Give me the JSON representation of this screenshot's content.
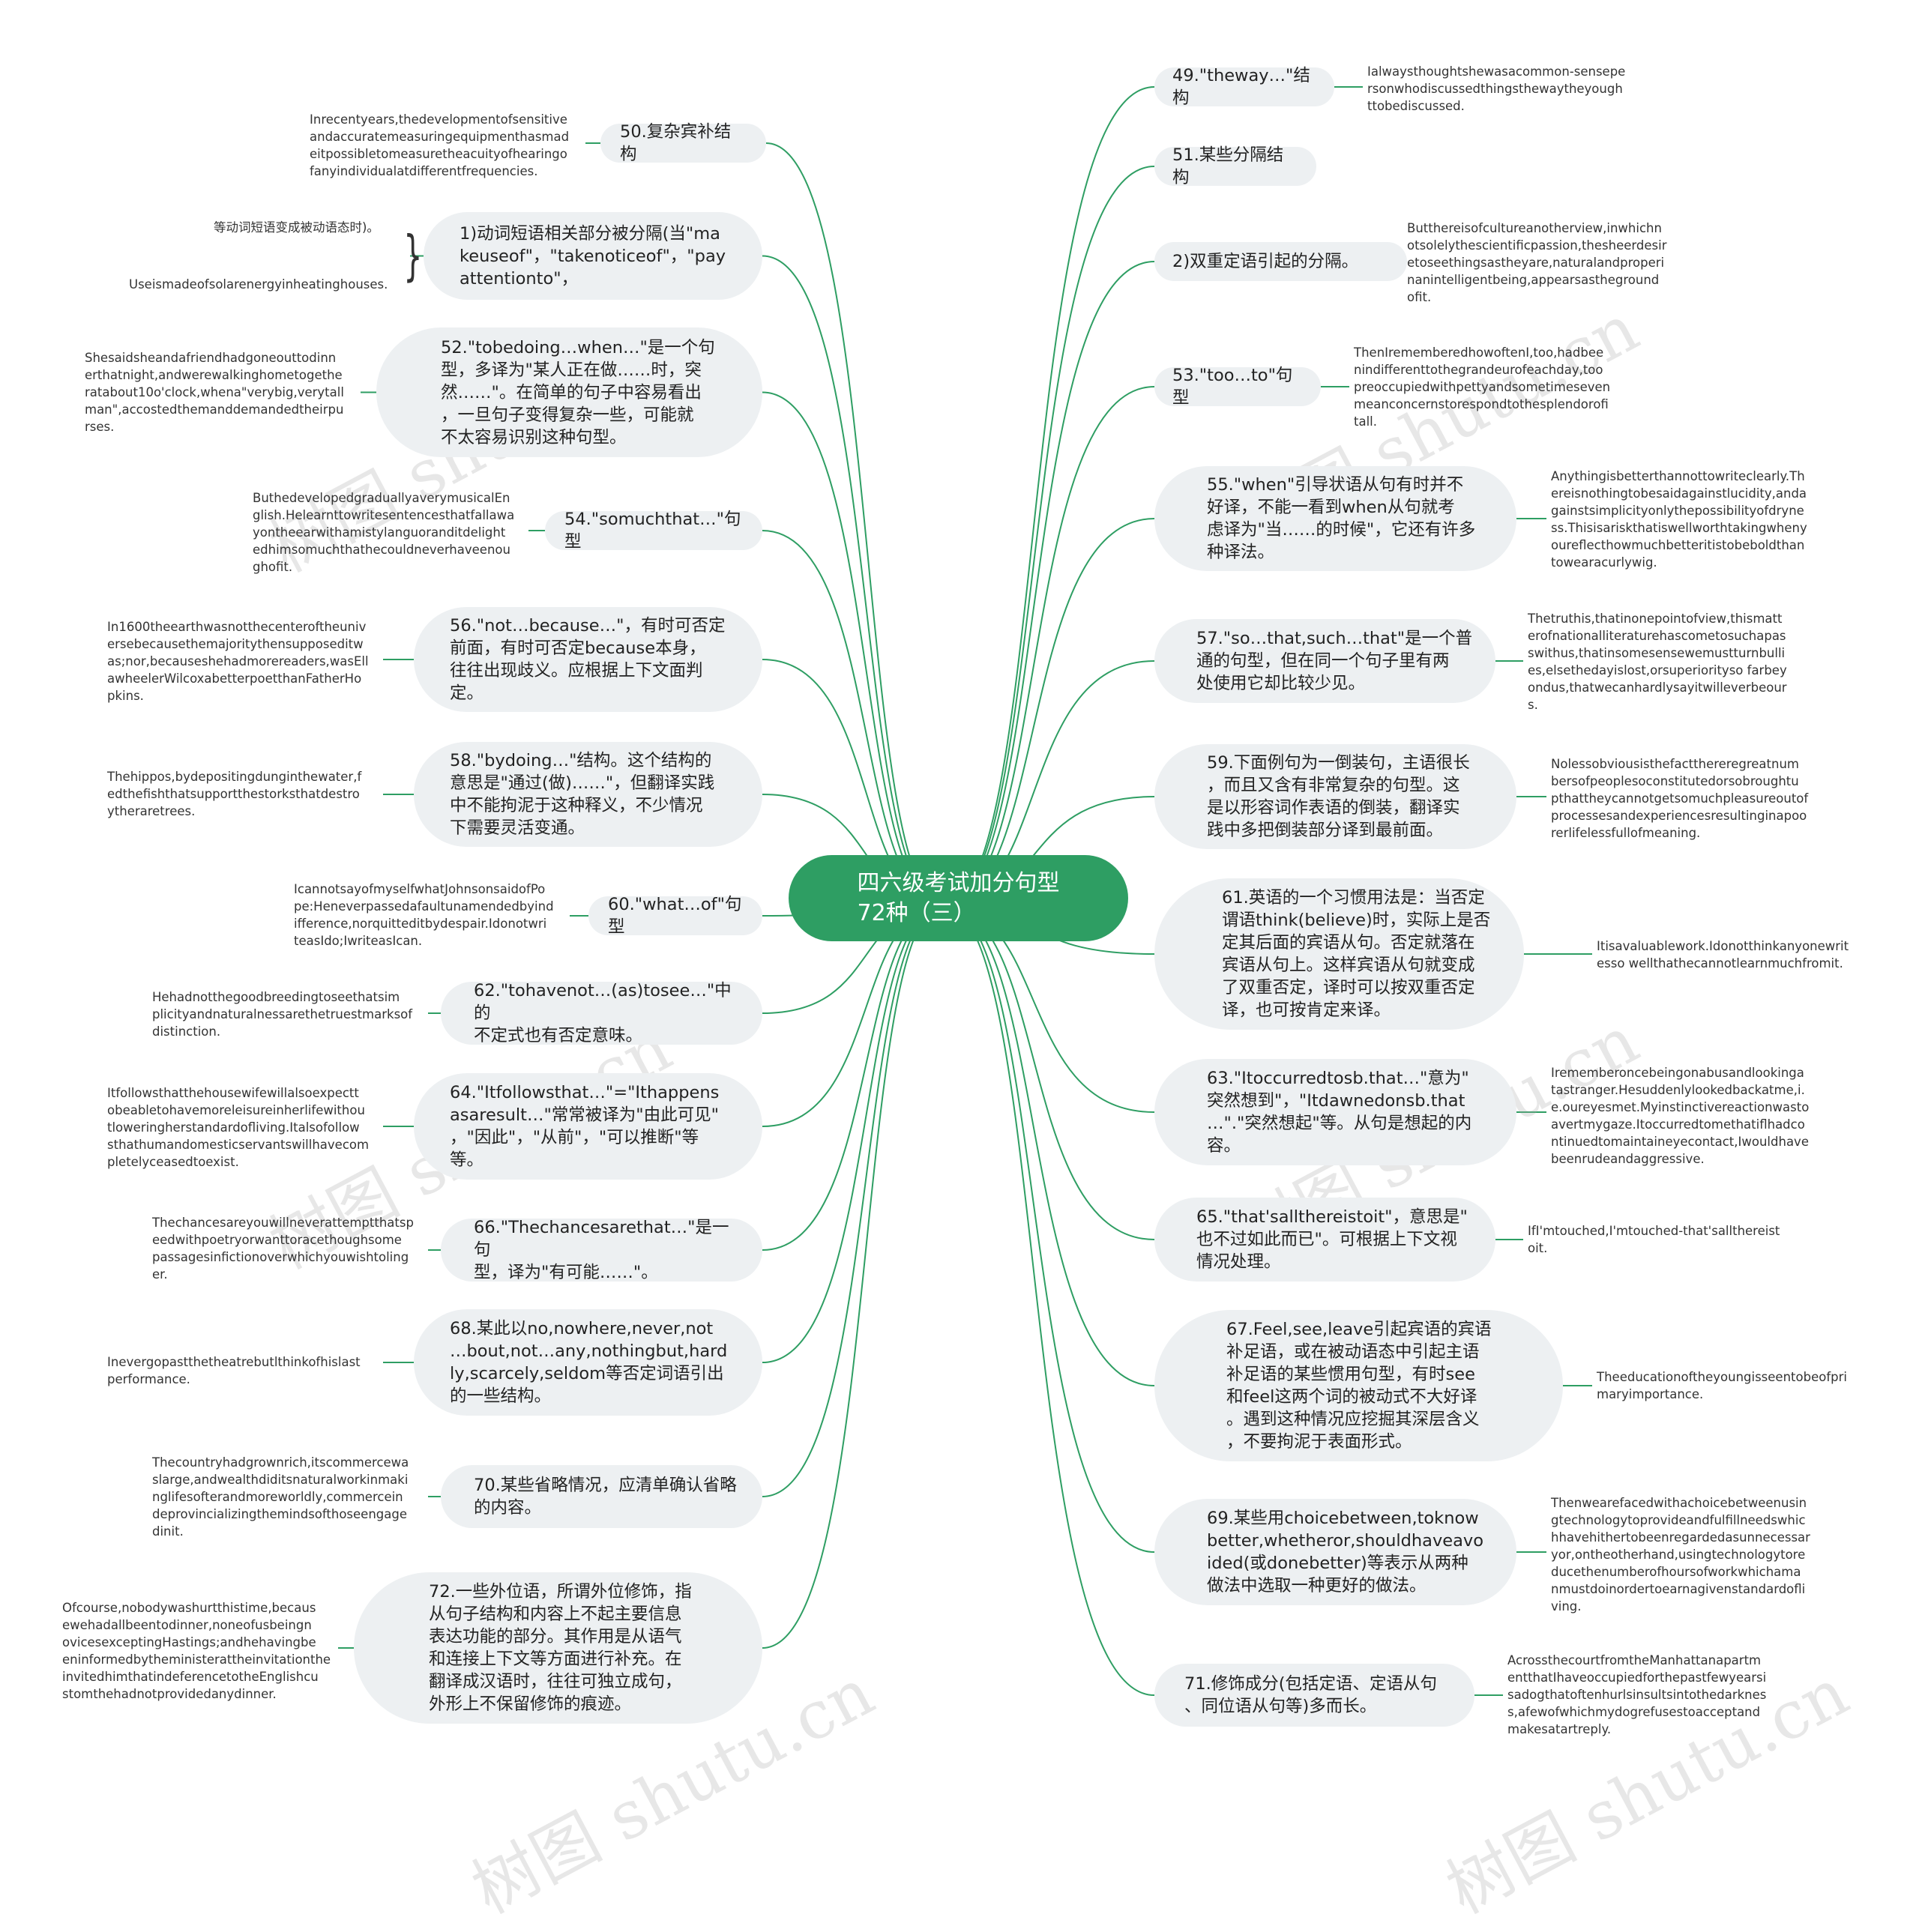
{
  "title": "四六级考试加分句型\n72种（三）",
  "watermark": "树图 shutu.cn",
  "colors": {
    "root": "#2e9e63",
    "link": "#2e9e63",
    "node_bg": "#edf0f2"
  },
  "left_branches": [
    {
      "id": "b50",
      "label": "50.复杂宾补结构",
      "example": "Inrecentyears,thedevelopmentofsensitive\nandaccuratemeasuringequipmenthasmad\neitpossibletomeasuretheacuityofhearingo\nfanyindividualatdifferentfrequencies."
    },
    {
      "id": "b1",
      "label": "1)动词短语相关部分被分隔(当\"ma\nkeuseof\"，\"takenoticeof\"，\"pay\nattentionto\"，",
      "examples": [
        "等动词短语变成被动语态时)。",
        "Useismadeofsolarenergyinheatinghouses."
      ]
    },
    {
      "id": "b52",
      "label": "52.\"tobedoing…when…\"是一个句\n型，多译为\"某人正在做……时，突\n然……\"。在简单的句子中容易看出\n，一旦句子变得复杂一些，可能就\n不太容易识别这种句型。",
      "example": "Shesaidsheandafriendhadgoneouttodinn\nerthatnight,andwerewalkinghometogethe\nratabout10o'clock,whena\"verybig,verytall\nman\",accostedthemanddemandedtheirpu\nrses."
    },
    {
      "id": "b54",
      "label": "54.\"somuchthat…\"句型",
      "example": "ButhedevelopedgraduallyaverymusicalEn\nglish.Helearnttowritesentencesthatfallawa\nyontheearwithamistylanguoranditdelight\nedhimsomuchthathecouldneverhaveenou\nghofit."
    },
    {
      "id": "b56",
      "label": "56.\"not…because…\"，有时可否定\n前面，有时可否定because本身，\n往往出现歧义。应根据上下文面判\n定。",
      "example": "In1600theearthwasnotthecenteroftheuniv\nersebecausethemajoritythensupposeditw\nas;nor,becauseshehadmorereaders,wasEll\nawheelerWilcoxabetterpoetthanFatherHo\npkins."
    },
    {
      "id": "b58",
      "label": "58.\"bydoing…\"结构。这个结构的\n意思是\"通过(做)……\"，但翻译实践\n中不能拘泥于这种释义，不少情况\n下需要灵活变通。",
      "example": "Thehippos,bydepositingdunginthewater,f\nedthefishthatsupportthestorksthatdestro\nytheraretrees."
    },
    {
      "id": "b60",
      "label": "60.\"what…of\"句型",
      "example": "IcannotsayofmyselfwhatJohnsonsaidofPo\npe:Heneverpassedafaultunamendedbyind\nifference,norquitteditbydespair.Idonotwri\nteasIdo;IwriteasIcan."
    },
    {
      "id": "b62",
      "label": "62.\"tohavenot…(as)tosee…\"中的\n不定式也有否定意味。",
      "example": "Hehadnotthegoodbreedingtoseethatsim\nplicityandnaturalnessarethetruestmarksof\ndistinction."
    },
    {
      "id": "b64",
      "label": "64.\"Itfollowsthat…\"=\"Ithappens\nasaresult…\"常常被译为\"由此可见\"\n，\"因此\"，\"从前\"，\"可以推断\"等\n等。",
      "example": "Itfollowsthatthehousewifewillalsoexpectt\nobeabletohavemoreleisureinherlifewithou\ntloweringherstandardofliving.Italsofollow\nsthathumandomesticservantswillhavecom\npletelyceasedtoexist."
    },
    {
      "id": "b66",
      "label": "66.\"Thechancesarethat…\"是一句\n型，译为\"有可能……\"。",
      "example": "Thechancesareyouwillneverattemptthatsp\needwithpoetryorwanttoracethoughsome\npassagesinfictionoverwhichyouwishtoling\ner."
    },
    {
      "id": "b68",
      "label": "68.某此以no,nowhere,never,not\n…bout,not…any,nothingbut,hard\nly,scarcely,seldom等否定词语引出\n的一些结构。",
      "example": "Inevergopastthetheatrebutlthinkofhislast\nperformance."
    },
    {
      "id": "b70",
      "label": "70.某些省略情况，应清单确认省略\n的内容。",
      "example": "Thecountryhadgrownrich,itscommercewa\nslarge,andwealthdiditsnaturalworkinmaki\nnglifesofterandmoreworldly,commercein\ndeprovincializingthemindsofthoseengage\ndinit."
    },
    {
      "id": "b72",
      "label": "72.一些外位语，所谓外位修饰，指\n从句子结构和内容上不起主要信息\n表达功能的部分。其作用是从语气\n和连接上下文等方面进行补充。在\n翻译成汉语时，往往可独立成句，\n外形上不保留修饰的痕迹。",
      "example": "Ofcourse,nobodywashurtthistime,becaus\newehadallbeentodinner,noneofusbeingn\novicesexceptingHastings;andhehavingbe\neninformedbytheministerattheinvitationthe\ninvitedhimthatindeferencetotheEnglishcu\nstomthehadnotprovidedanydinner."
    }
  ],
  "right_branches": [
    {
      "id": "b49",
      "label": "49.\"theway…\"结构",
      "example": "Ialwaysthoughtshewasacommon-sensepe\nrsonwhodiscussedthingsthewaytheyough\nttobediscussed."
    },
    {
      "id": "b51",
      "label": "51.某些分隔结构"
    },
    {
      "id": "b2",
      "label": "2)双重定语引起的分隔。",
      "example": "Butthereisofcultureanotherview,inwhichn\notsolelythescientificpassion,thesheerdesir\netoseethingsastheyare,naturalandproperi\nnanintelligentbeing,appearsastheground\nofit."
    },
    {
      "id": "b53",
      "label": "53.\"too…to\"句型",
      "example": "ThenIrememberedhowoftenI,too,hadbee\nnindifferenttothegrandeurofeachday,too\npreoccupiedwithpettyandsometimeseven\nmeanconcernstorespondtothesplendorofi\ntall."
    },
    {
      "id": "b55",
      "label": "55.\"when\"引导状语从句有时并不\n好译，不能一看到when从句就考\n虑译为\"当……的时候\"，它还有许多\n种译法。",
      "example": "Anythingisbetterthannottowriteclearly.Th\nereisnothingtobesaidagainstlucidity,anda\ngainstsimplicityonlythepossibilityofdryne\nss.Thisisariskthatiswellworthtakingwheny\noureflecthowmuchbetteritistobeboldthan\ntowearacurlywig."
    },
    {
      "id": "b57",
      "label": "57.\"so…that,such…that\"是一个普\n通的句型，但在同一个句子里有两\n处使用它却比较少见。",
      "example": "Thetruthis,thatinonepointofview,thismatt\nerofnationalliteraturehascometosuchapas\nswithus,thatinsomesensewemustturnbulli\nes,elsethedayislost,orsuperiorityso farbey\nondus,thatwecanhardlysayitwilleverbeour\ns."
    },
    {
      "id": "b59",
      "label": "59.下面例句为一倒装句，主语很长\n，而且又含有非常复杂的句型。这\n是以形容词作表语的倒装，翻译实\n践中多把倒装部分译到最前面。",
      "example": "Nolessobviousisthefactthereregreatnum\nbersofpeoplesoconstitutedorsobroughtu\npthattheycannotgetsomuchpleasureoutof\nprocessesandexperiencesresultinginapoo\nrerlifelessfullofmeaning."
    },
    {
      "id": "b61",
      "label": "61.英语的一个习惯用法是：当否定\n谓语think(believe)时，实际上是否\n定其后面的宾语从句。否定就落在\n宾语从句上。这样宾语从句就变成\n了双重否定，译时可以按双重否定\n译，也可按肯定来译。",
      "example": "Itisavaluablework.Idonotthinkanyonewrit\nesso wellthathecannotlearnmuchfromit."
    },
    {
      "id": "b63",
      "label": "63.\"Itoccurredtosb.that…\"意为\"\n突然想到\"，\"Itdawnedonsb.that\n…\".\"突然想起\"等。从句是想起的内\n容。",
      "example": "Irememberoncebeingonabusandlookinga\ntastranger.Hesuddenlylookedbackatme,i.\ne.oureyesmet.Myinstinctivereactionwasto\navertmygaze.Itoccurredtomethatiflhadco\nntinuedtomaintaineyecontact,Iwouldhave\nbeenrudeandaggressive."
    },
    {
      "id": "b65",
      "label": "65.\"that'sallthereistoit\"，意思是\"\n也不过如此而已\"。可根据上下文视\n情况处理。",
      "example": "IfI'mtouched,I'mtouched-that'sallthereist\noit."
    },
    {
      "id": "b67",
      "label": "67.Feel,see,leave引起宾语的宾语\n补足语，或在被动语态中引起主语\n补足语的某些惯用句型，有时see\n和feel这两个词的被动式不大好译\n。遇到这种情况应挖掘其深层含义\n，不要拘泥于表面形式。",
      "example": "Theeducationoftheyoungisseentobeofpri\nmaryimportance."
    },
    {
      "id": "b69",
      "label": "69.某些用choicebetween,toknow\nbetter,whetheror,shouldhaveavo\nided(或donebetter)等表示从两种\n做法中选取一种更好的做法。",
      "example": "Thenwearefacedwithachoicebetweenusin\ngtechnologytoprovideandfulfillneedswhic\nhhavehithertobeenregardedasunnecessar\nyor,ontheotherhand,usingtechnologytore\nducethenumberofhoursofworkwhichama\nnmustdoinordertoearnagivenstandardofli\nving."
    },
    {
      "id": "b71",
      "label": "71.修饰成分(包括定语、定语从句\n、同位语从句等)多而长。",
      "example": "AcrossthecourtfromtheManhattanapartm\nentthatIhaveoccupiedforthepastfewyearsi\nsadogthatoftenhurlsinsultsintothedarknes\ns,afewofwhichmydogrefusestoacceptand\nmakesatartreply."
    }
  ]
}
